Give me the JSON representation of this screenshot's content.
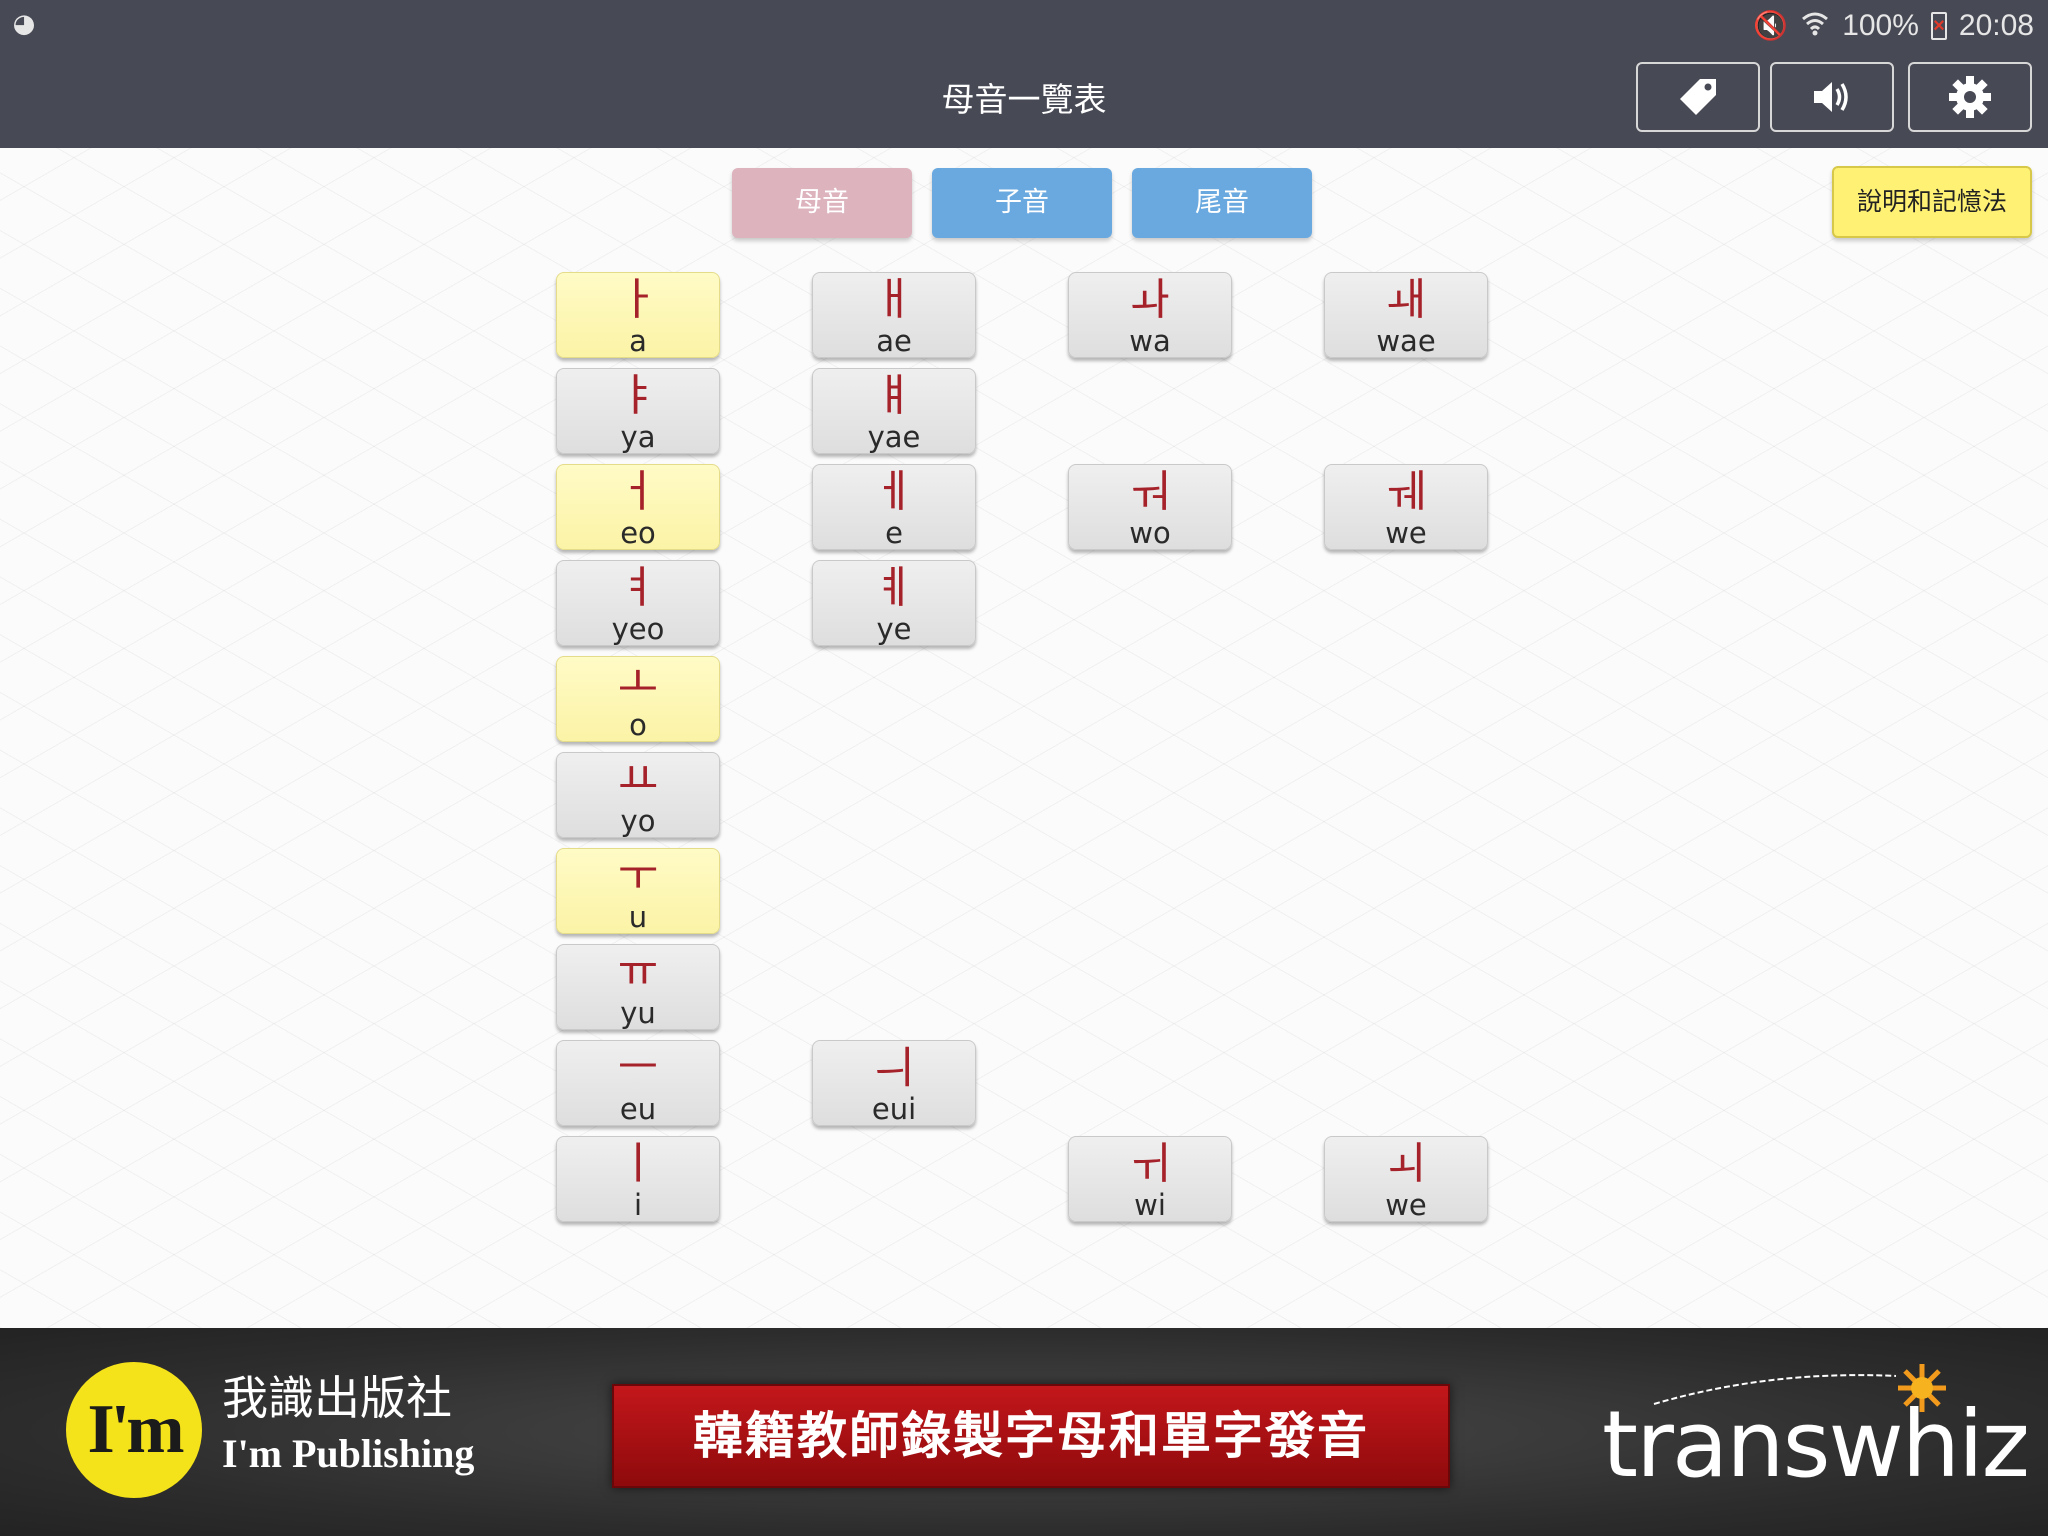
{
  "status_bar": {
    "battery": "100%",
    "time": "20:08"
  },
  "header": {
    "title": "母音一覽表"
  },
  "tabs": [
    {
      "label": "母音",
      "active": true
    },
    {
      "label": "子音",
      "active": false
    },
    {
      "label": "尾音",
      "active": false
    }
  ],
  "help_button": "說明和記憶法",
  "vowels": {
    "col1": [
      {
        "glyph": "ㅏ",
        "roman": "a",
        "highlight": true
      },
      {
        "glyph": "ㅑ",
        "roman": "ya",
        "highlight": false
      },
      {
        "glyph": "ㅓ",
        "roman": "eo",
        "highlight": true
      },
      {
        "glyph": "ㅕ",
        "roman": "yeo",
        "highlight": false
      },
      {
        "glyph": "ㅗ",
        "roman": "o",
        "highlight": true
      },
      {
        "glyph": "ㅛ",
        "roman": "yo",
        "highlight": false
      },
      {
        "glyph": "ㅜ",
        "roman": "u",
        "highlight": true
      },
      {
        "glyph": "ㅠ",
        "roman": "yu",
        "highlight": false
      },
      {
        "glyph": "ㅡ",
        "roman": "eu",
        "highlight": false
      },
      {
        "glyph": "ㅣ",
        "roman": "i",
        "highlight": false
      }
    ],
    "col2": [
      {
        "glyph": "ㅐ",
        "roman": "ae"
      },
      {
        "glyph": "ㅒ",
        "roman": "yae"
      },
      {
        "glyph": "ㅔ",
        "roman": "e"
      },
      {
        "glyph": "ㅖ",
        "roman": "ye"
      },
      {
        "glyph": "ㅢ",
        "roman": "eui"
      }
    ],
    "col3": [
      {
        "glyph": "ㅘ",
        "roman": "wa"
      },
      {
        "glyph": "ㅝ",
        "roman": "wo"
      },
      {
        "glyph": "ㅟ",
        "roman": "wi"
      }
    ],
    "col4": [
      {
        "glyph": "ㅙ",
        "roman": "wae"
      },
      {
        "glyph": "ㅞ",
        "roman": "we"
      },
      {
        "glyph": "ㅚ",
        "roman": "we"
      }
    ]
  },
  "banner": {
    "logo_text": "I'm",
    "publisher_cn": "我識出版社",
    "publisher_en": "I'm Publishing",
    "slogan": "韓籍教師錄製字母和單字發音",
    "brand": "transwhiz"
  },
  "icons": {
    "tag": "tag-icon",
    "sound": "speaker-icon",
    "settings": "gear-icon"
  },
  "colors": {
    "header_bg": "#474955",
    "tab_active": "#ddb3be",
    "tab_inactive": "#6aa9df",
    "help_bg": "#fff174",
    "glyph": "#a6222a",
    "highlight_cell": "#fbf3a6",
    "slogan_bg": "#b31216",
    "logo_yellow": "#f4e21a"
  }
}
